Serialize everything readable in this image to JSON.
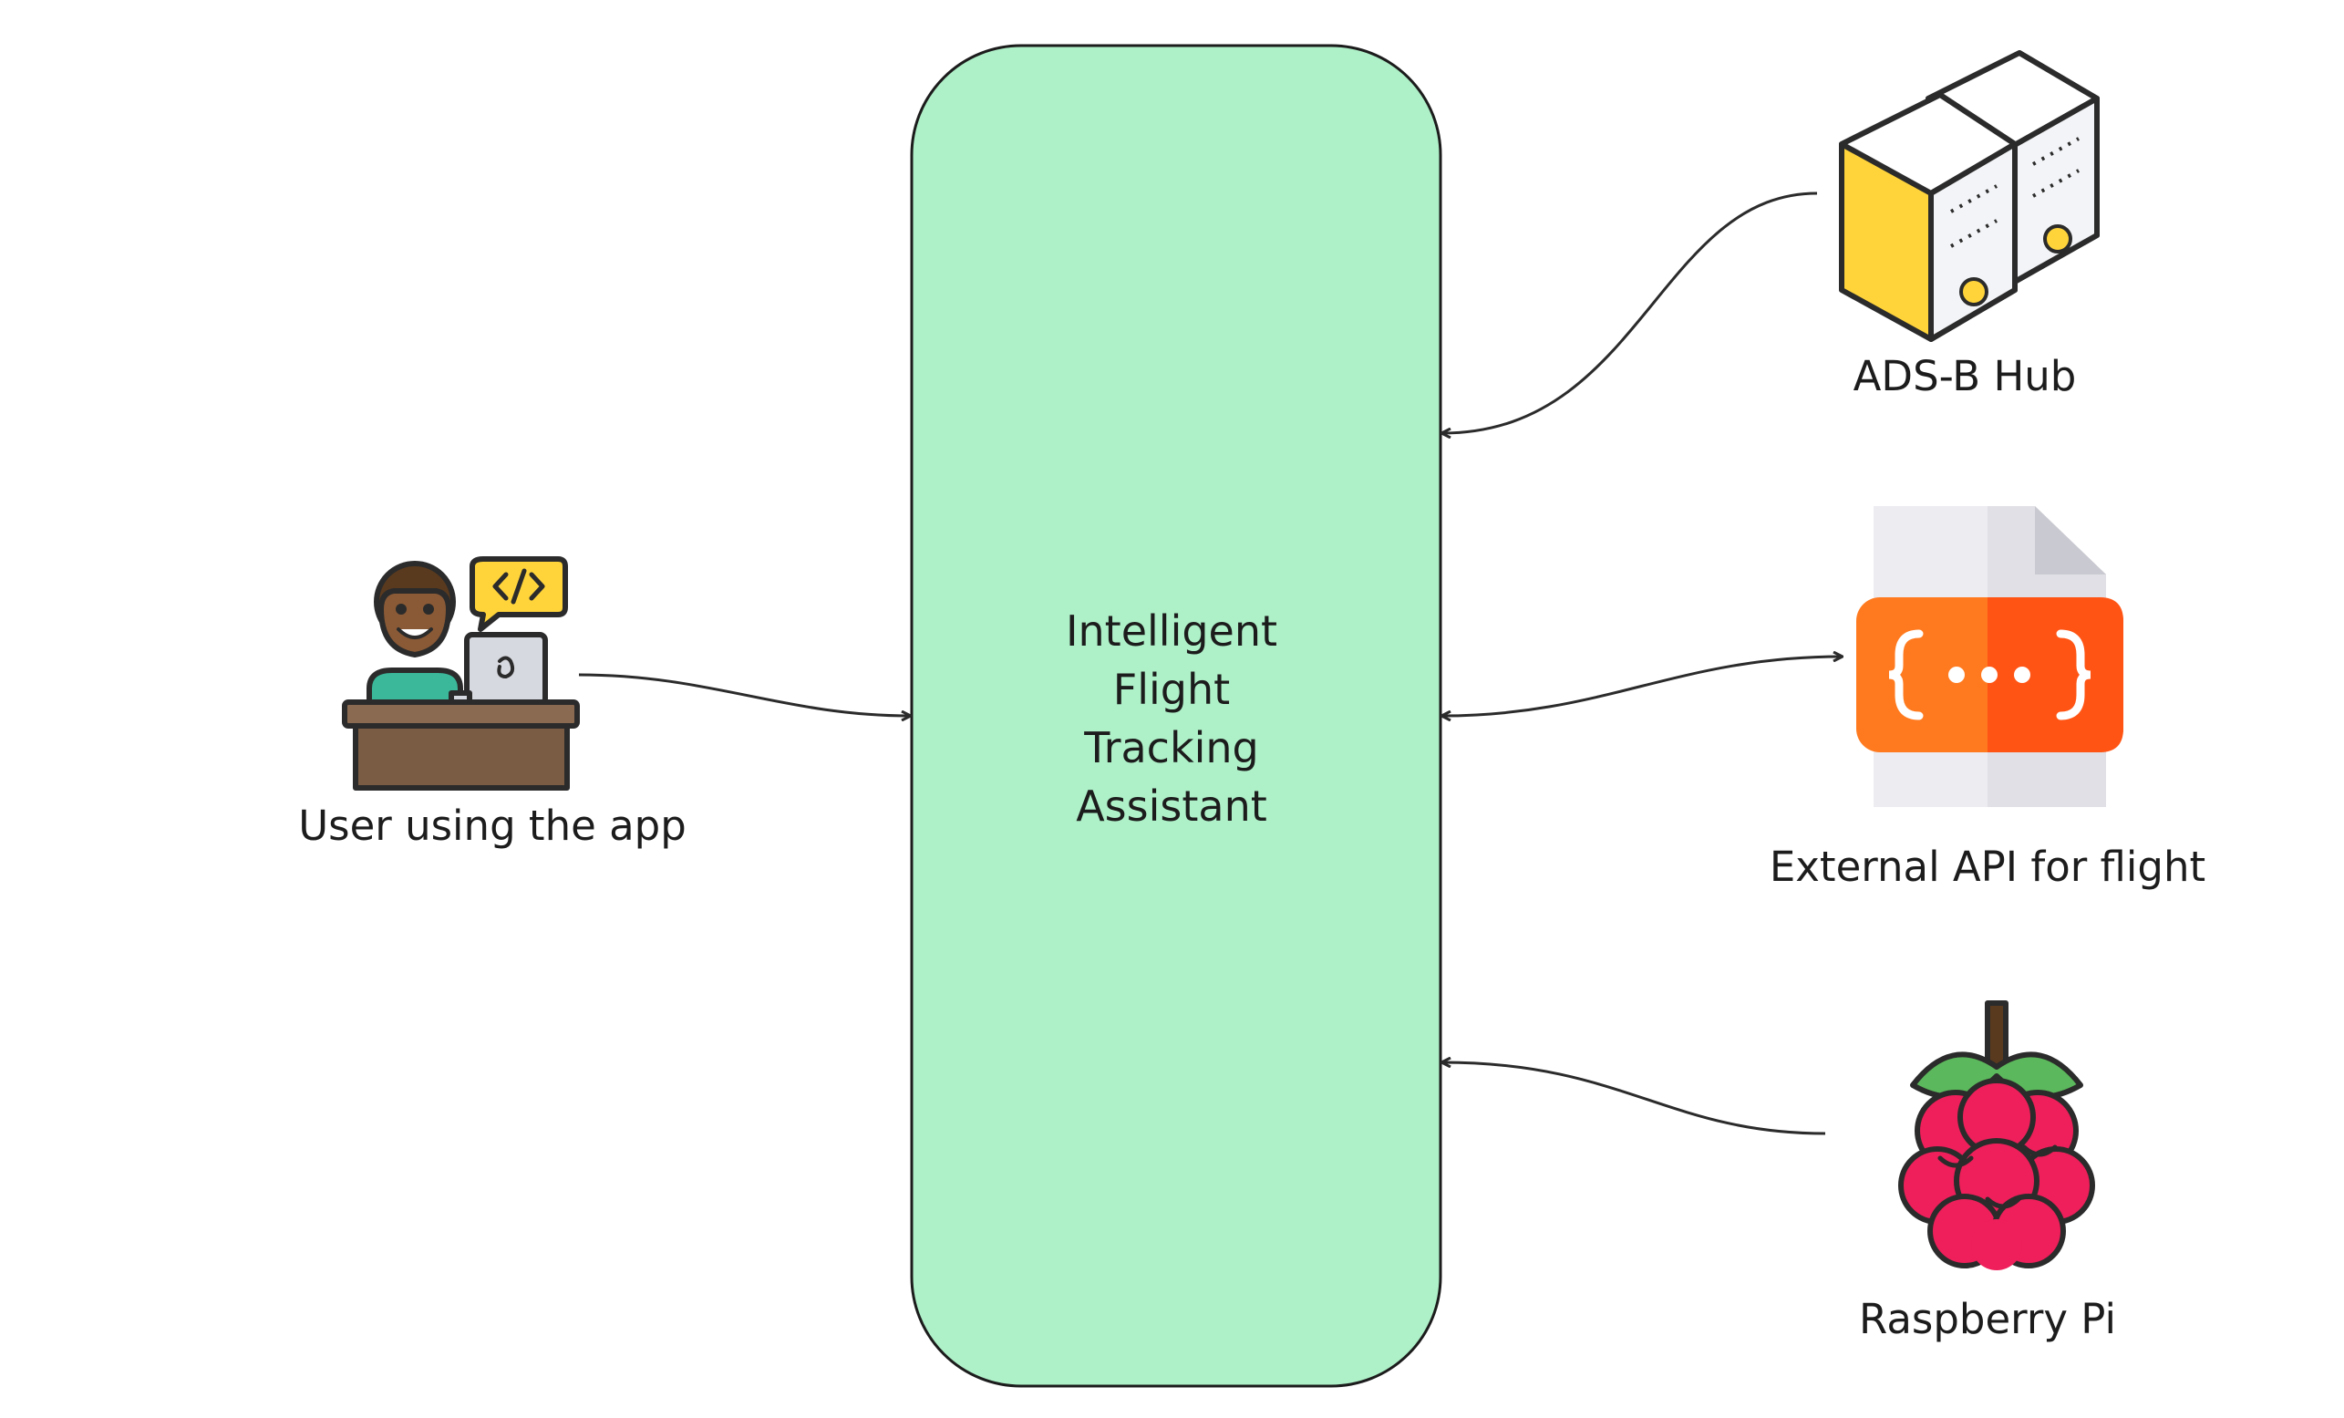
{
  "diagram": {
    "center": {
      "lines": [
        "Intelligent",
        "Flight",
        "Tracking",
        "Assistant"
      ],
      "fill": "#aef0c8"
    },
    "nodes": {
      "user": {
        "label": "User using the app"
      },
      "adsb": {
        "label": "ADS-B Hub"
      },
      "api": {
        "label": "External API for flight"
      },
      "pi": {
        "label": "Raspberry Pi"
      }
    },
    "colors": {
      "stroke": "#2b2b2b",
      "server_yellow": "#ffd43b",
      "api_orange": "#ff7a1f",
      "api_red": "#ff5414",
      "raspberry": "#ee1f5a",
      "leaf": "#5cb85c"
    },
    "edges": [
      {
        "from": "user",
        "to": "center",
        "direction": "forward"
      },
      {
        "from": "adsb",
        "to": "center",
        "direction": "forward"
      },
      {
        "from": "api",
        "to": "center",
        "direction": "both"
      },
      {
        "from": "pi",
        "to": "center",
        "direction": "forward"
      }
    ]
  }
}
